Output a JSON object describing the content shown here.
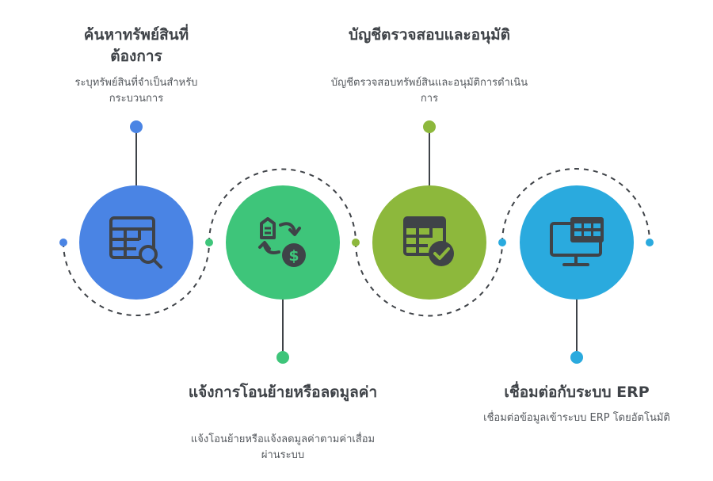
{
  "steps": [
    {
      "title": "ค้นหาทรัพย์สินที่ต้องการ",
      "description": "ระบุทรัพย์สินที่จำเป็นสำหรับกระบวนการ",
      "icon": "table-search-icon",
      "color": "#4a84e4"
    },
    {
      "title": "แจ้งการโอนย้ายหรือลดมูลค่า",
      "description": "แจ้งโอนย้ายหรือแจ้งลดมูลค่าตามค่าเสื่อมผ่านระบบ",
      "icon": "building-transfer-dollar-icon",
      "color": "#3ec57a"
    },
    {
      "title": "บัญชีตรวจสอบและอนุมัติ",
      "description": "บัญชีตรวจสอบทรัพย์สินและอนุมัติการดำเนินการ",
      "icon": "table-check-icon",
      "color": "#8db83c"
    },
    {
      "title": "เชื่อมต่อกับระบบ ERP",
      "description": "เชื่อมต่อข้อมูลเข้าระบบ ERP โดยอัตโนมัติ",
      "icon": "monitor-grid-icon",
      "color": "#2aaade"
    }
  ]
}
